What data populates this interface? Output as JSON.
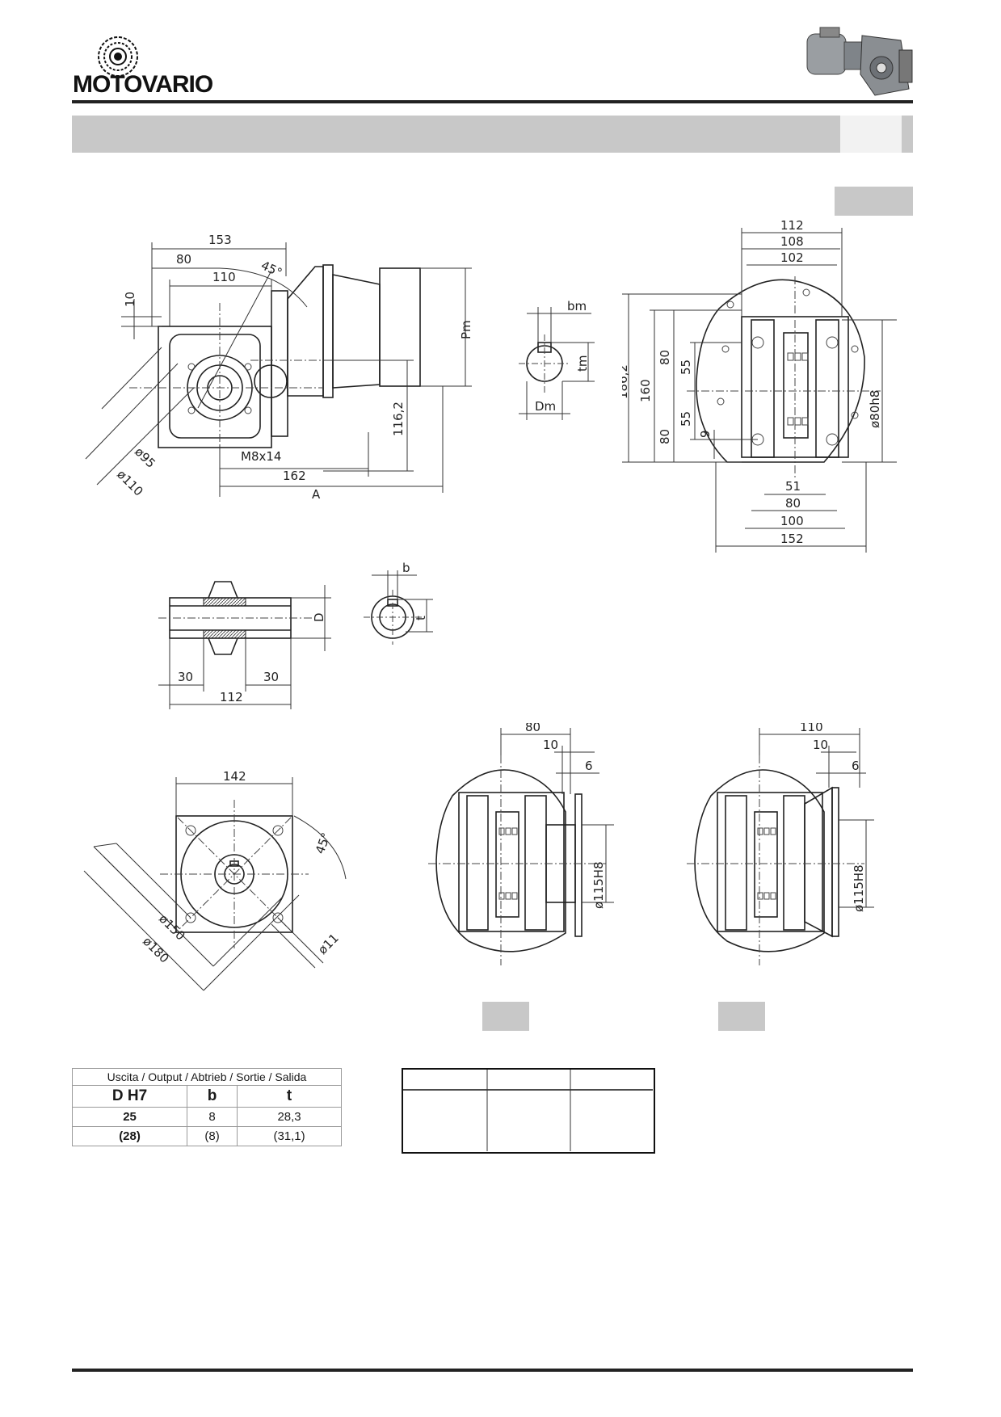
{
  "brand": {
    "name": "MOTOVARIO"
  },
  "dims": {
    "d153": "153",
    "d80": "80",
    "d110": "110",
    "a45": "45°",
    "d10": "10",
    "dia95": "ø95",
    "dia110": "ø110",
    "m8x14": "M8x14",
    "d162": "162",
    "dA": "A",
    "d116": "116,2",
    "pm": "Pm",
    "bm": "bm",
    "tm": "tm",
    "dm": "Dm",
    "d112": "112",
    "d108": "108",
    "d102": "102",
    "d186": "186,2",
    "d160": "160",
    "d80a": "80",
    "d80b": "80",
    "d55a": "55",
    "d55b": "55",
    "d9": "9",
    "dia80h8": "ø80h8",
    "d51": "51",
    "d80c": "80",
    "d100": "100",
    "d152": "152",
    "sD": "D",
    "sb": "b",
    "st": "t",
    "s30a": "30",
    "s30b": "30",
    "s112": "112",
    "f142": "142",
    "f45": "45°",
    "f150": "ø150",
    "f180": "ø180",
    "f11": "ø11",
    "m80": "80",
    "m10": "10",
    "m6": "6",
    "m115": "ø115H8",
    "n110": "110",
    "n10": "10",
    "n6": "6",
    "n115": "ø115H8"
  },
  "output_table": {
    "caption": "Uscita / Output / Abtrieb / Sortie / Salida",
    "headers": [
      "D H7",
      "b",
      "t"
    ],
    "rows": [
      [
        "25",
        "8",
        "28,3"
      ],
      [
        "(28)",
        "(8)",
        "(31,1)"
      ]
    ]
  }
}
